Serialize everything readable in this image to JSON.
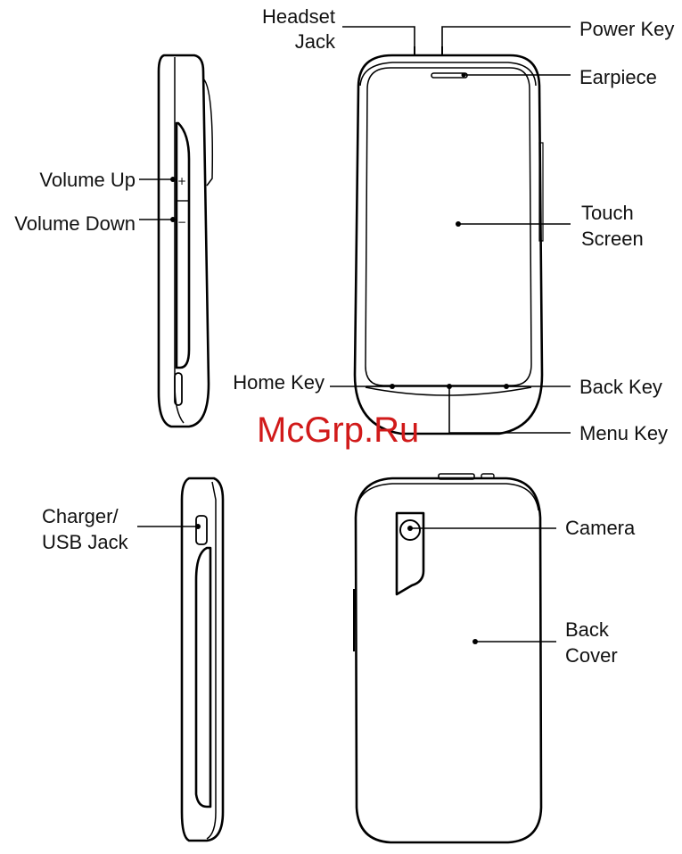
{
  "labels": {
    "headset_jack_line1": "Headset",
    "headset_jack_line2": "Jack",
    "power_key": "Power Key",
    "earpiece": "Earpiece",
    "touch_screen_line1": "Touch",
    "touch_screen_line2": "Screen",
    "volume_up": "Volume Up",
    "volume_down": "Volume Down",
    "home_key": "Home Key",
    "back_key": "Back Key",
    "menu_key": "Menu Key",
    "charger_line1": "Charger/",
    "charger_line2": "USB Jack",
    "camera": "Camera",
    "back_cover_line1": "Back",
    "back_cover_line2": "Cover"
  },
  "watermark": "McGrp.Ru",
  "colors": {
    "line": "#000000",
    "watermark": "#d11a1a",
    "background": "#ffffff"
  }
}
